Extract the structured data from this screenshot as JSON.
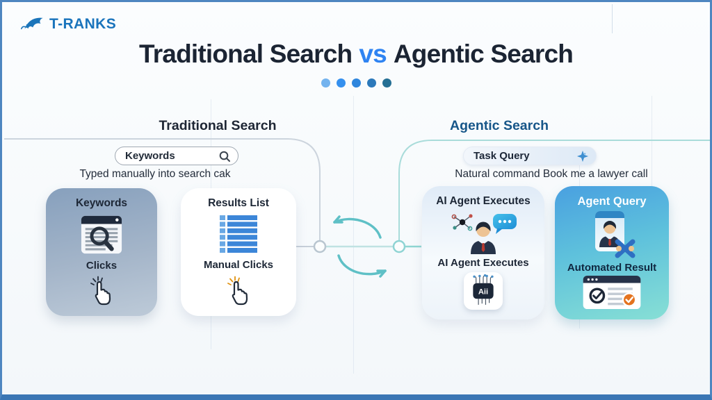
{
  "brand": {
    "name": "T-RANKS",
    "icon": "shark-swoosh-icon",
    "color": "#1a74bc"
  },
  "title": {
    "part1": "Traditional Search",
    "vs": "vs",
    "part2": "Agentic Search"
  },
  "accent_dots": [
    "#74b3ee",
    "#3590ee",
    "#2f86dd",
    "#2c79ba",
    "#256f94"
  ],
  "traditional": {
    "heading": "Traditional Search",
    "search_pill": {
      "value": "Keywords",
      "icon": "magnifier-icon"
    },
    "caption": "Typed manually into search cak",
    "cards": [
      {
        "title": "Keywords",
        "icon": "search-page-icon",
        "subtitle": "Clicks",
        "icon2": "click-hand-icon"
      },
      {
        "title": "Results List",
        "icon": "results-list-icon",
        "subtitle": "Manual Clicks",
        "icon2": "click-hand-icon"
      }
    ]
  },
  "agentic": {
    "heading": "Agentic Search",
    "search_pill": {
      "value": "Task Query",
      "icon": "sparkle-star-icon"
    },
    "caption": "Natural command Book me a lawyer call",
    "cards": [
      {
        "title": "AI Agent Executes",
        "icon": "agent-avatar-chat-icon",
        "subtitle": "AI Agent Executes",
        "icon2": "ai-chip-icon",
        "chip_label": "Aii"
      },
      {
        "title": "Agent Query",
        "icon": "agent-screen-icon",
        "subtitle": "Automated Result",
        "icon2": "checked-results-icon"
      }
    ]
  },
  "connector": {
    "style": "swap-arrows-between-two-nodes",
    "teal": "#5fc0c6",
    "gray": "#c9d2dc"
  },
  "colors": {
    "border": "#4e86c0",
    "border_bottom": "#3a76b4",
    "title": "#1b2433",
    "vs": "#2e83f2",
    "agentic_heading": "#175689",
    "card1_top": "#87a0bd",
    "card1_bottom": "#bdcad8",
    "card4_top": "#49a0e0",
    "card4_bottom": "#87dfd5",
    "list_blue": "#3c86d8",
    "orange_check": "#e4731f"
  }
}
